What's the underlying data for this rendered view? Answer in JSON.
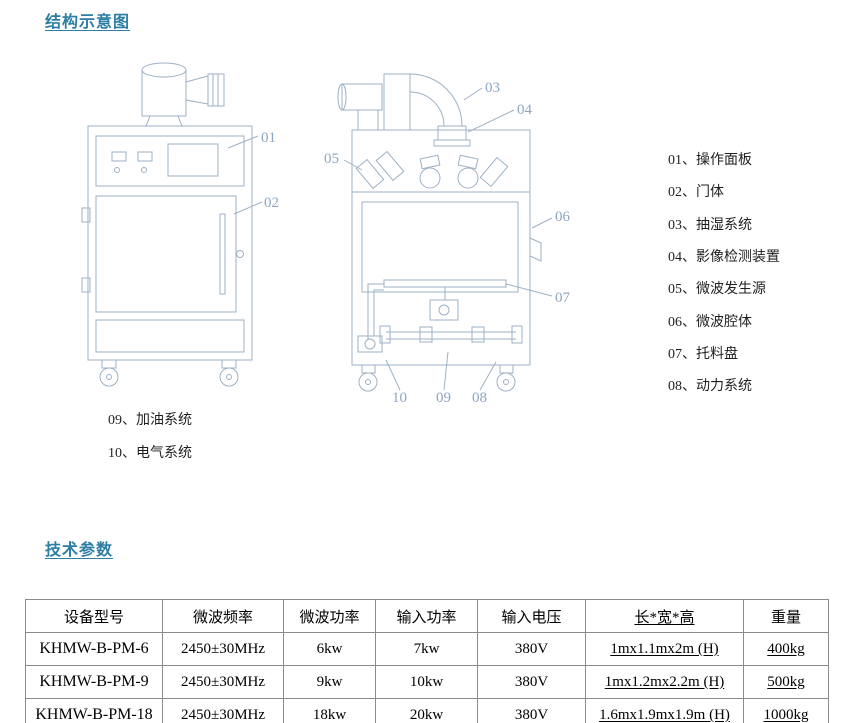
{
  "titles": {
    "structure": "结构示意图",
    "parameters": "技术参数"
  },
  "diagram": {
    "callouts": {
      "c01": "01",
      "c02": "02",
      "c03": "03",
      "c04": "04",
      "c05": "05",
      "c06": "06",
      "c07": "07",
      "c08": "08",
      "c09": "09",
      "c10": "10"
    },
    "legend_right": [
      "01、操作面板",
      "02、门体",
      "03、抽湿系统",
      "04、影像检测装置",
      "05、微波发生源",
      "06、微波腔体",
      "07、托料盘",
      "08、动力系统"
    ],
    "legend_bottom": [
      "09、加油系统",
      "10、电气系统"
    ]
  },
  "table": {
    "headers": [
      "设备型号",
      "微波频率",
      "微波功率",
      "输入功率",
      "输入电压",
      "长*宽*高",
      "重量"
    ],
    "rows": [
      [
        "KHMW-B-PM-6",
        "2450±30MHz",
        "6kw",
        "7kw",
        "380V",
        "1mx1.1mx2m (H)",
        "400kg"
      ],
      [
        "KHMW-B-PM-9",
        "2450±30MHz",
        "9kw",
        "10kw",
        "380V",
        "1mx1.2mx2.2m (H)",
        "500kg"
      ],
      [
        "KHMW-B-PM-18",
        "2450±30MHz",
        "18kw",
        "20kw",
        "380V",
        "1.6mx1.9mx1.9m (H)",
        "1000kg"
      ]
    ]
  },
  "colors": {
    "accent": "#2c7ea3",
    "diagram_line": "#9db0c4"
  }
}
